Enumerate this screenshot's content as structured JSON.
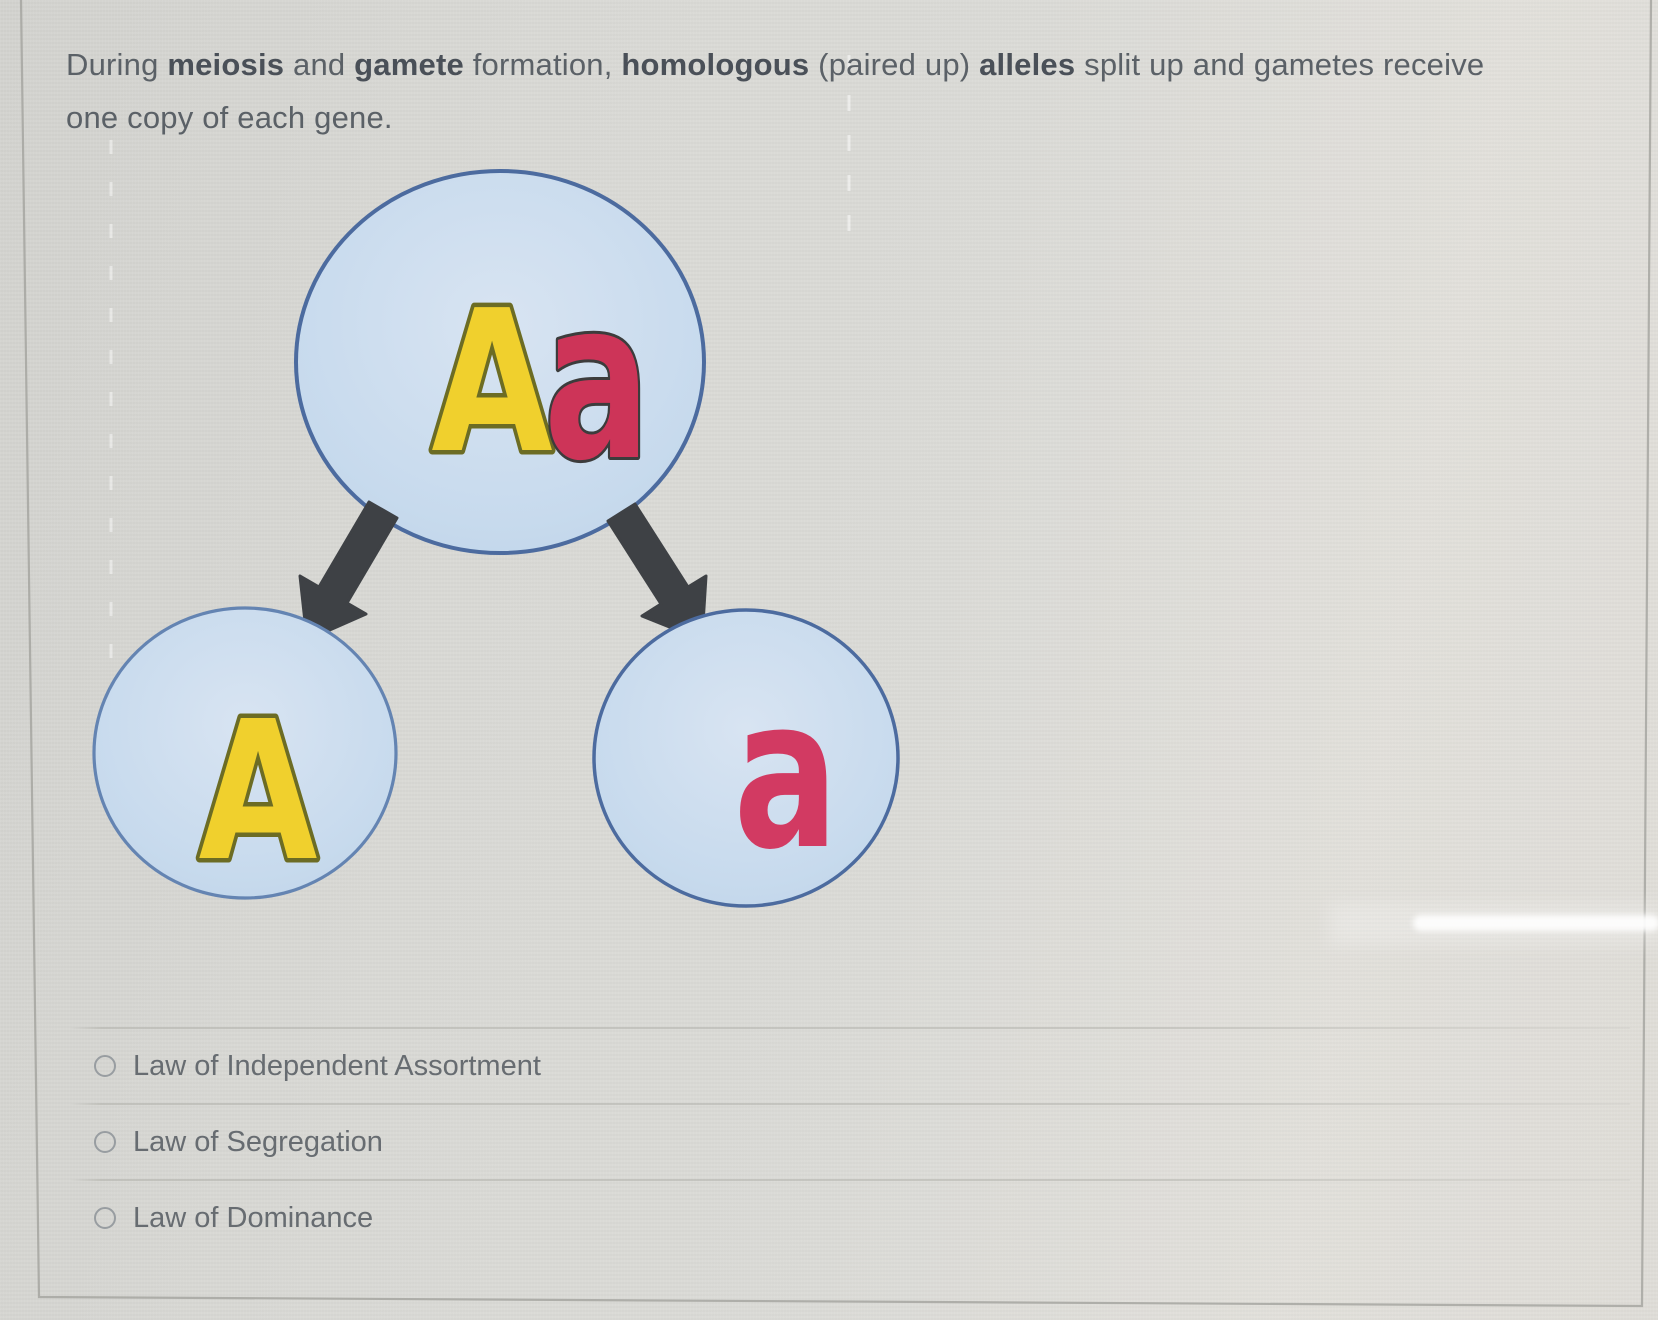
{
  "question": {
    "plain": "During meiosis and gamete formation, homologous (paired up) alleles split up and gametes receive one copy of each gene.",
    "lines": [
      [
        {
          "t": "During ",
          "b": false
        },
        {
          "t": "meiosis",
          "b": true
        },
        {
          "t": " and ",
          "b": false
        },
        {
          "t": "gamete",
          "b": true
        },
        {
          "t": " formation, ",
          "b": false
        },
        {
          "t": "homologous",
          "b": true
        },
        {
          "t": " (paired up) ",
          "b": false
        },
        {
          "t": "alleles",
          "b": true
        },
        {
          "t": " split up and gametes receive",
          "b": false
        }
      ],
      [
        {
          "t": "one copy of each gene.",
          "b": false
        }
      ]
    ]
  },
  "diagram": {
    "parent_cell": {
      "genotype": "Aa",
      "dominant": "A",
      "recessive": "a"
    },
    "gamete_left": {
      "allele": "A"
    },
    "gamete_right": {
      "allele": "a"
    },
    "arrows": [
      "down-left",
      "down-right"
    ]
  },
  "options": [
    {
      "label": "Law of Independent Assortment",
      "selected": false
    },
    {
      "label": "Law of Segregation",
      "selected": false
    },
    {
      "label": "Law of Dominance",
      "selected": false
    }
  ],
  "theme": {
    "bg": "#d9d8d4",
    "text": "#5b6167",
    "text-bold": "#4a5058",
    "cell-border": "#4c6b9f",
    "allele-yellow": "#f0d02d",
    "allele-yellow-outline": "#6c6c24",
    "allele-red": "#cd3458",
    "arrow": "#3e4145",
    "option-text": "#676c71",
    "radio-border": "#989da1",
    "card-border": "#a3a39d"
  }
}
